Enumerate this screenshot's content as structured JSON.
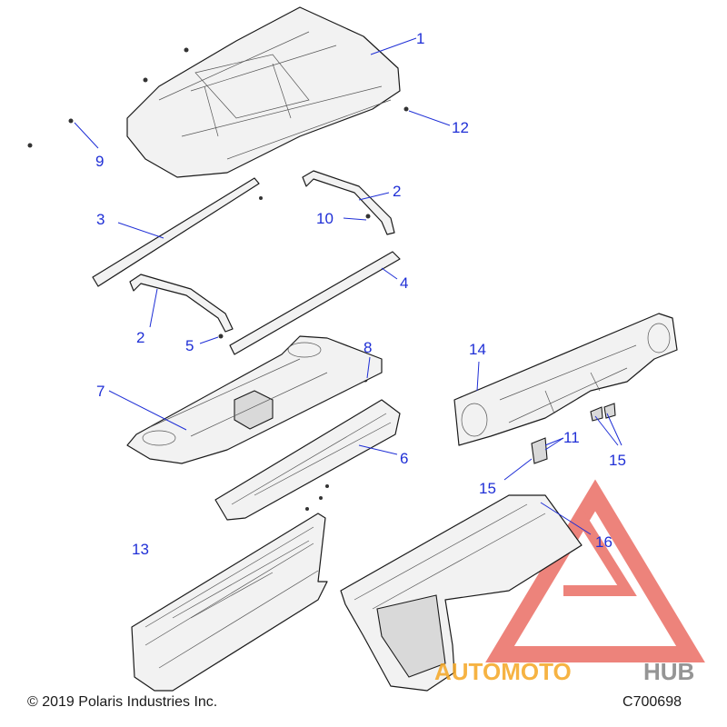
{
  "callouts": {
    "c1": "1",
    "c2a": "2",
    "c2b": "2",
    "c3": "3",
    "c4": "4",
    "c5": "5",
    "c6": "6",
    "c7": "7",
    "c8": "8",
    "c9": "9",
    "c10": "10",
    "c11": "11",
    "c12": "12",
    "c13": "13",
    "c14": "14",
    "c15a": "15",
    "c15b": "15",
    "c16": "16"
  },
  "watermark": {
    "text_auto": "AUTOMOTO",
    "text_hub": "HUB"
  },
  "footer": {
    "copyright": "© 2019 Polaris Industries Inc.",
    "code": "C700698"
  },
  "colors": {
    "callout": "#1f2fd6",
    "watermark_red": "#e85a4f",
    "watermark_orange": "#f5a623",
    "watermark_gray": "#8a8a8a"
  }
}
